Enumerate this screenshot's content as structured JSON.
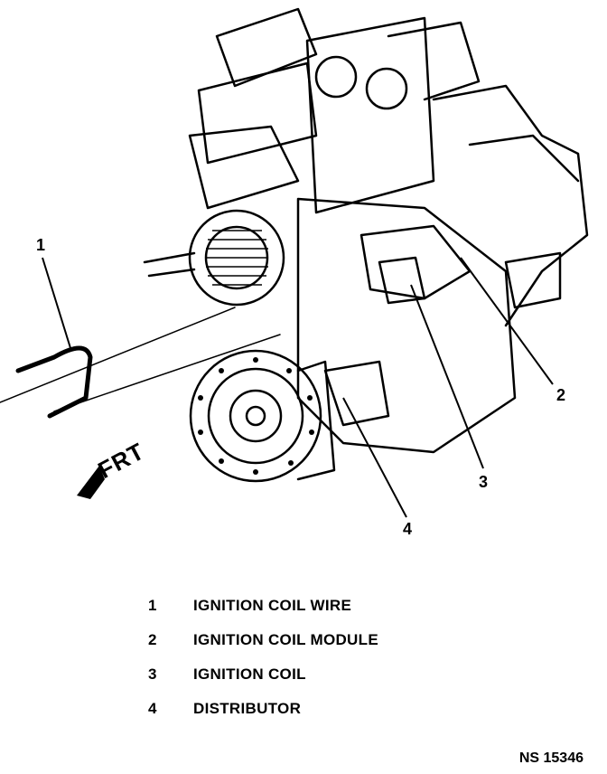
{
  "diagram": {
    "front_label": "FRT",
    "callouts": [
      "1",
      "2",
      "3",
      "4"
    ],
    "legend": [
      {
        "number": "1",
        "label": "IGNITION COIL WIRE"
      },
      {
        "number": "2",
        "label": "IGNITION COIL MODULE"
      },
      {
        "number": "3",
        "label": "IGNITION COIL"
      },
      {
        "number": "4",
        "label": "DISTRIBUTOR"
      }
    ],
    "figure_id": "NS 15346"
  }
}
